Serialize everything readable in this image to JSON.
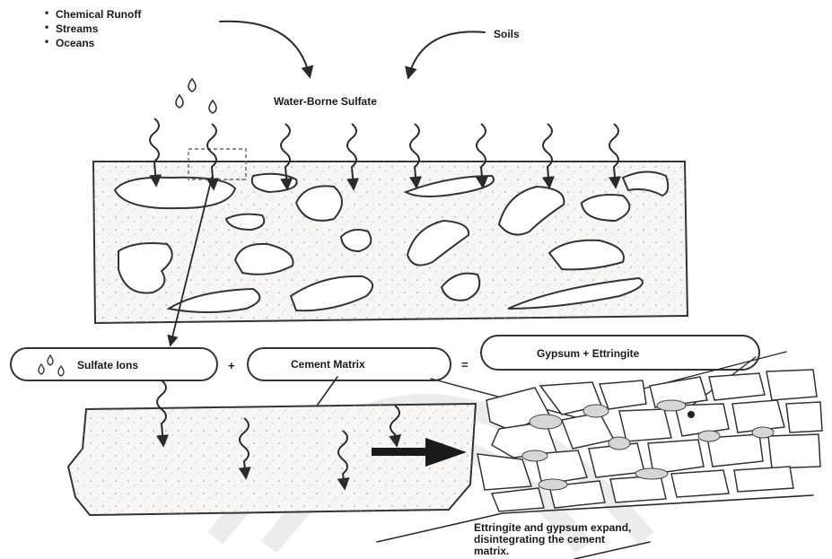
{
  "sources": {
    "list": [
      "Chemical Runoff",
      "Streams",
      "Oceans"
    ],
    "bullet": "•",
    "soils": "Soils"
  },
  "center_label": "Water-Borne Sulfate",
  "equation": {
    "reactant_1": "Sulfate Ions",
    "operator_plus": "+",
    "reactant_2": "Cement Matrix",
    "operator_equals": "=",
    "product": "Gypsum + Ettringite"
  },
  "caption": [
    "Ettringite and gypsum expand,",
    "disintegrating the cement",
    "matrix."
  ],
  "watermark": "TO THE"
}
